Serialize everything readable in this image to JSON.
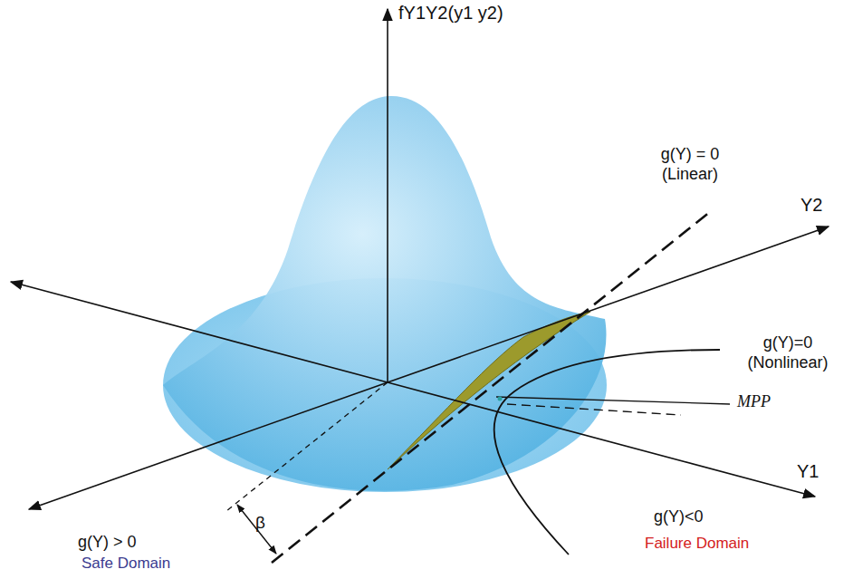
{
  "diagram": {
    "labels": [
      "fY1Y2(y1 y2)",
      "g(Y) = 0 (Linear)",
      "Y2",
      "g(Y)=0 (Nonlinear)",
      "MPP",
      "Y1",
      "β",
      "g(Y)<0",
      "g(Y) > 0",
      "Safe Domain",
      "Failure Domain"
    ]
  }
}
